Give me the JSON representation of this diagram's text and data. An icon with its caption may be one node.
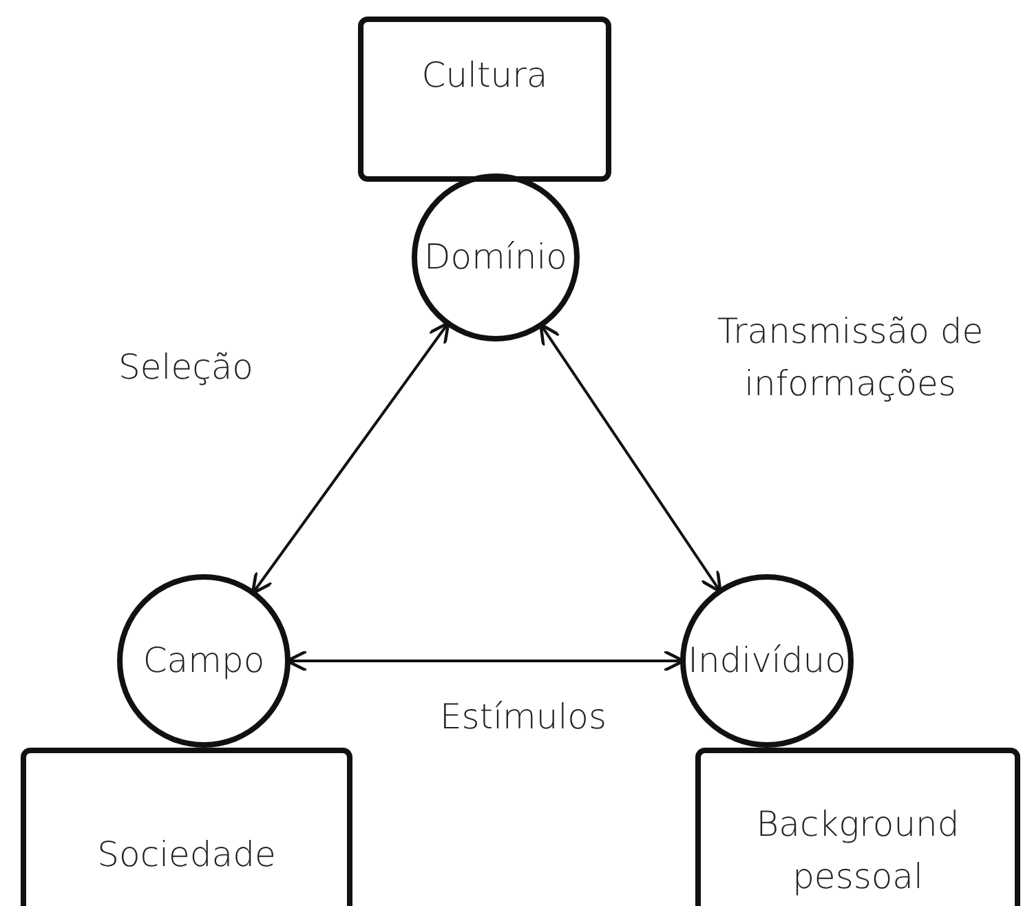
{
  "diagram": {
    "nodes": [
      {
        "text": [
          "Cultura"
        ]
      },
      {
        "text": [
          "Domínio"
        ]
      },
      {
        "text": [
          "Campo"
        ]
      },
      {
        "text": [
          "Sociedade"
        ]
      },
      {
        "text": [
          "Indivíduo"
        ]
      },
      {
        "text": [
          "Background pessoal"
        ]
      }
    ],
    "edges": [
      {
        "from": 1,
        "to": 2,
        "arrow": "both",
        "label": "Seleção"
      },
      {
        "from": 1,
        "to": 4,
        "arrow": "both",
        "label": "Transmissão de informações"
      },
      {
        "from": 2,
        "to": 4,
        "arrow": "both",
        "label": "Estímulos"
      }
    ]
  }
}
